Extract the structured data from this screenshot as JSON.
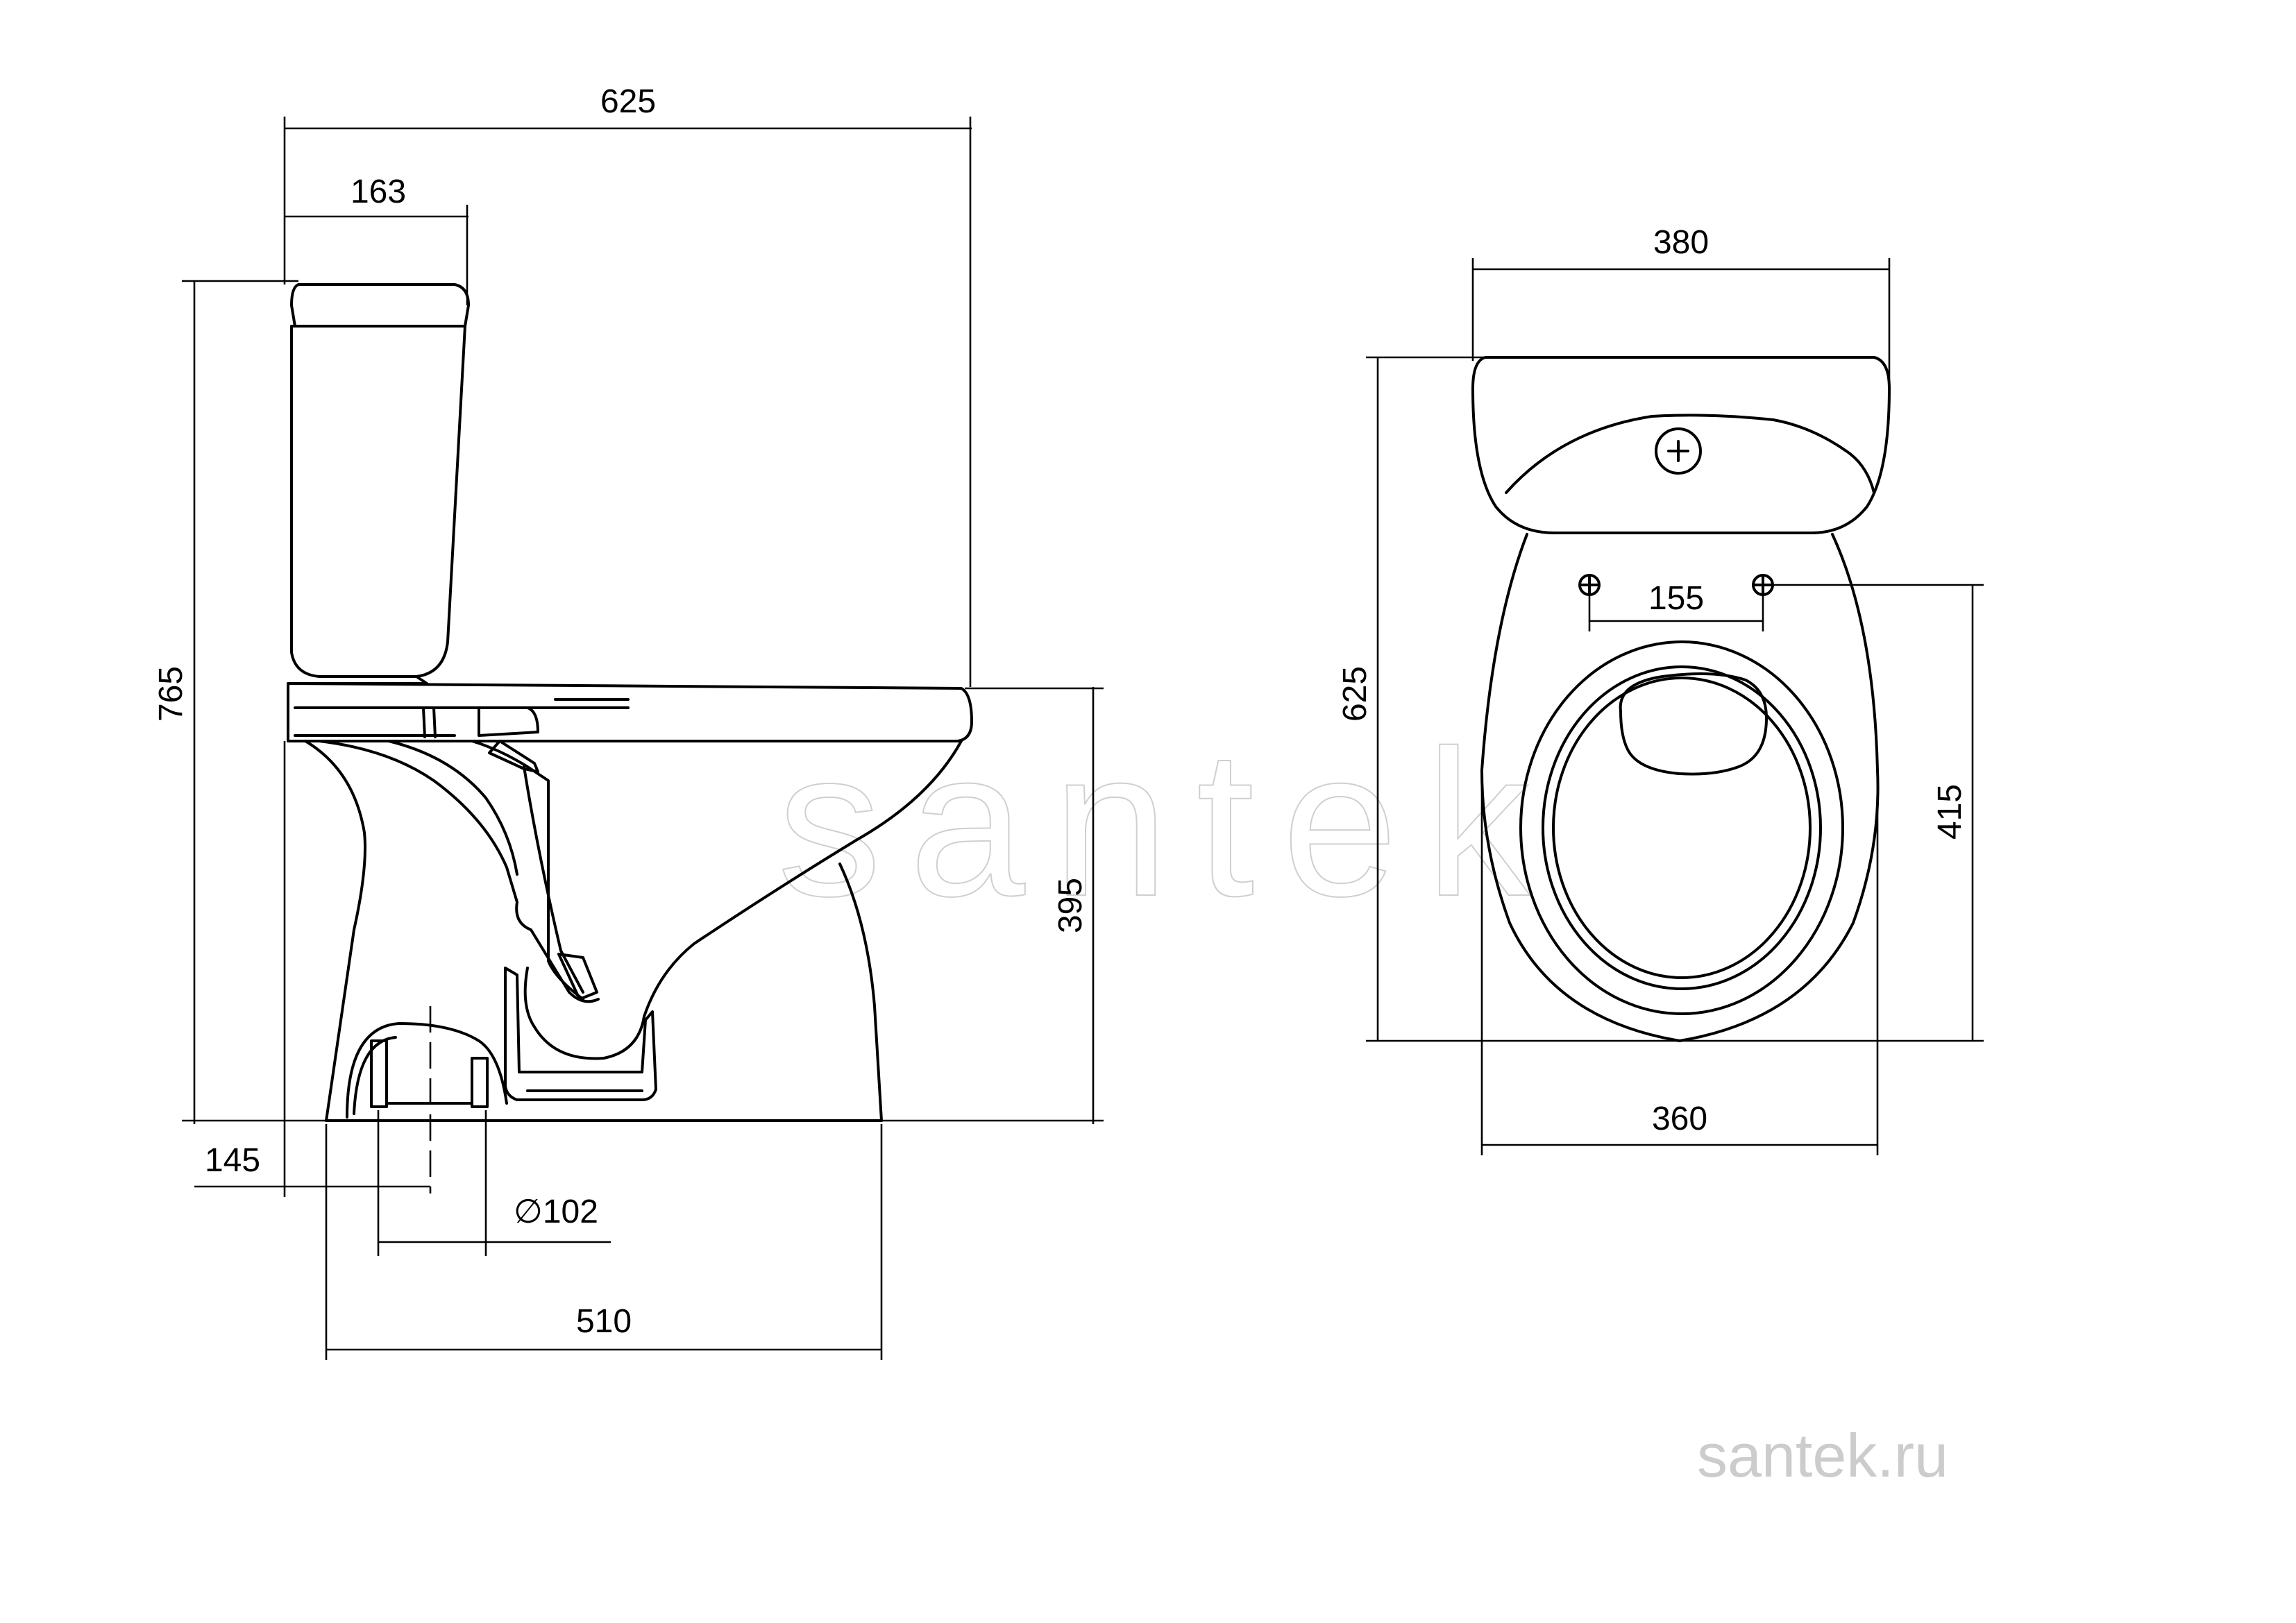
{
  "side_view": {
    "dim_total_depth": "625",
    "dim_tank_depth": "163",
    "dim_total_height": "765",
    "dim_bowl_height": "395",
    "dim_outlet_offset": "145",
    "dim_outlet_diameter": "∅102",
    "dim_base_length": "510"
  },
  "top_view": {
    "dim_tank_width": "380",
    "dim_hinge_spacing": "155",
    "dim_total_depth": "625",
    "dim_seat_depth": "415",
    "dim_bowl_width": "360"
  },
  "watermark": "santek",
  "footer": {
    "site": "santek.ru"
  },
  "colors": {
    "line": "#000000",
    "watermark": "#cccccc",
    "background": "#ffffff"
  }
}
